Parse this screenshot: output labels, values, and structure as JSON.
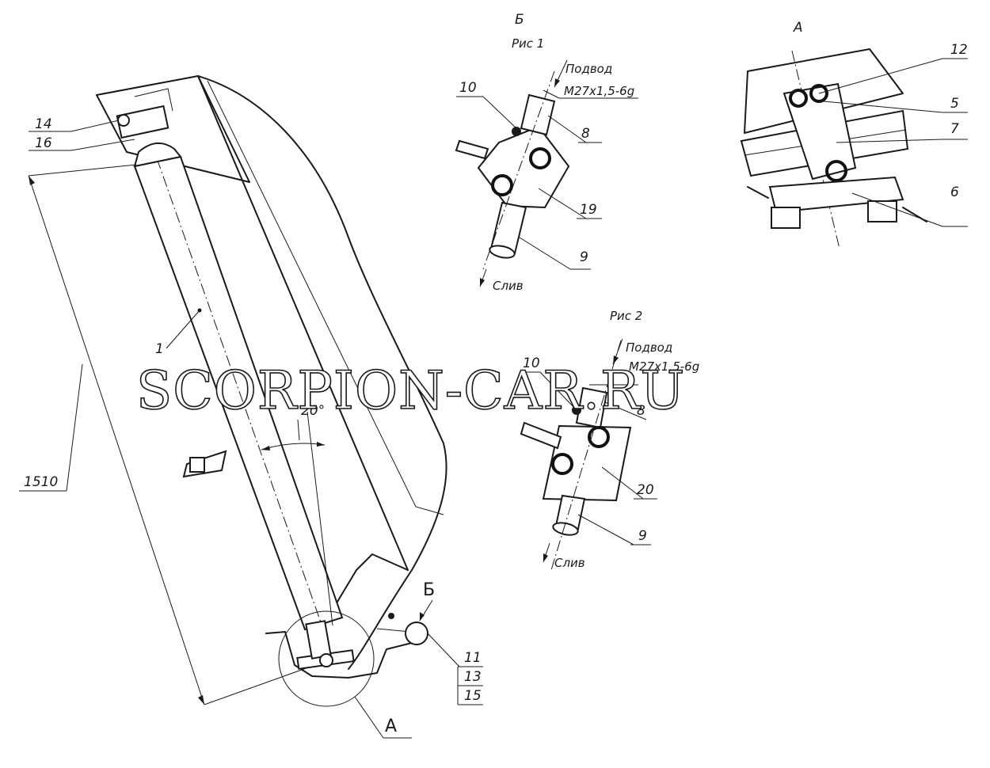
{
  "view_a_title": "А",
  "view_b_title": "Б",
  "fig1_title": "Рис 1",
  "fig2_title": "Рис 2",
  "supply_label": "Подвод",
  "thread_label": "М27х1,5-6g",
  "drain_label": "Слив",
  "angle_label": "20°",
  "length_label": "1510",
  "callout_a": "А",
  "callout_b": "Б",
  "parts": {
    "p1": "1",
    "p5": "5",
    "p6": "6",
    "p7": "7",
    "p8": "8",
    "p9": "9",
    "p10": "10",
    "p11": "11",
    "p12": "12",
    "p13": "13",
    "p14": "14",
    "p15": "15",
    "p16": "16",
    "p19": "19",
    "p20": "20"
  },
  "watermark": "SCORPION-CAR.RU"
}
